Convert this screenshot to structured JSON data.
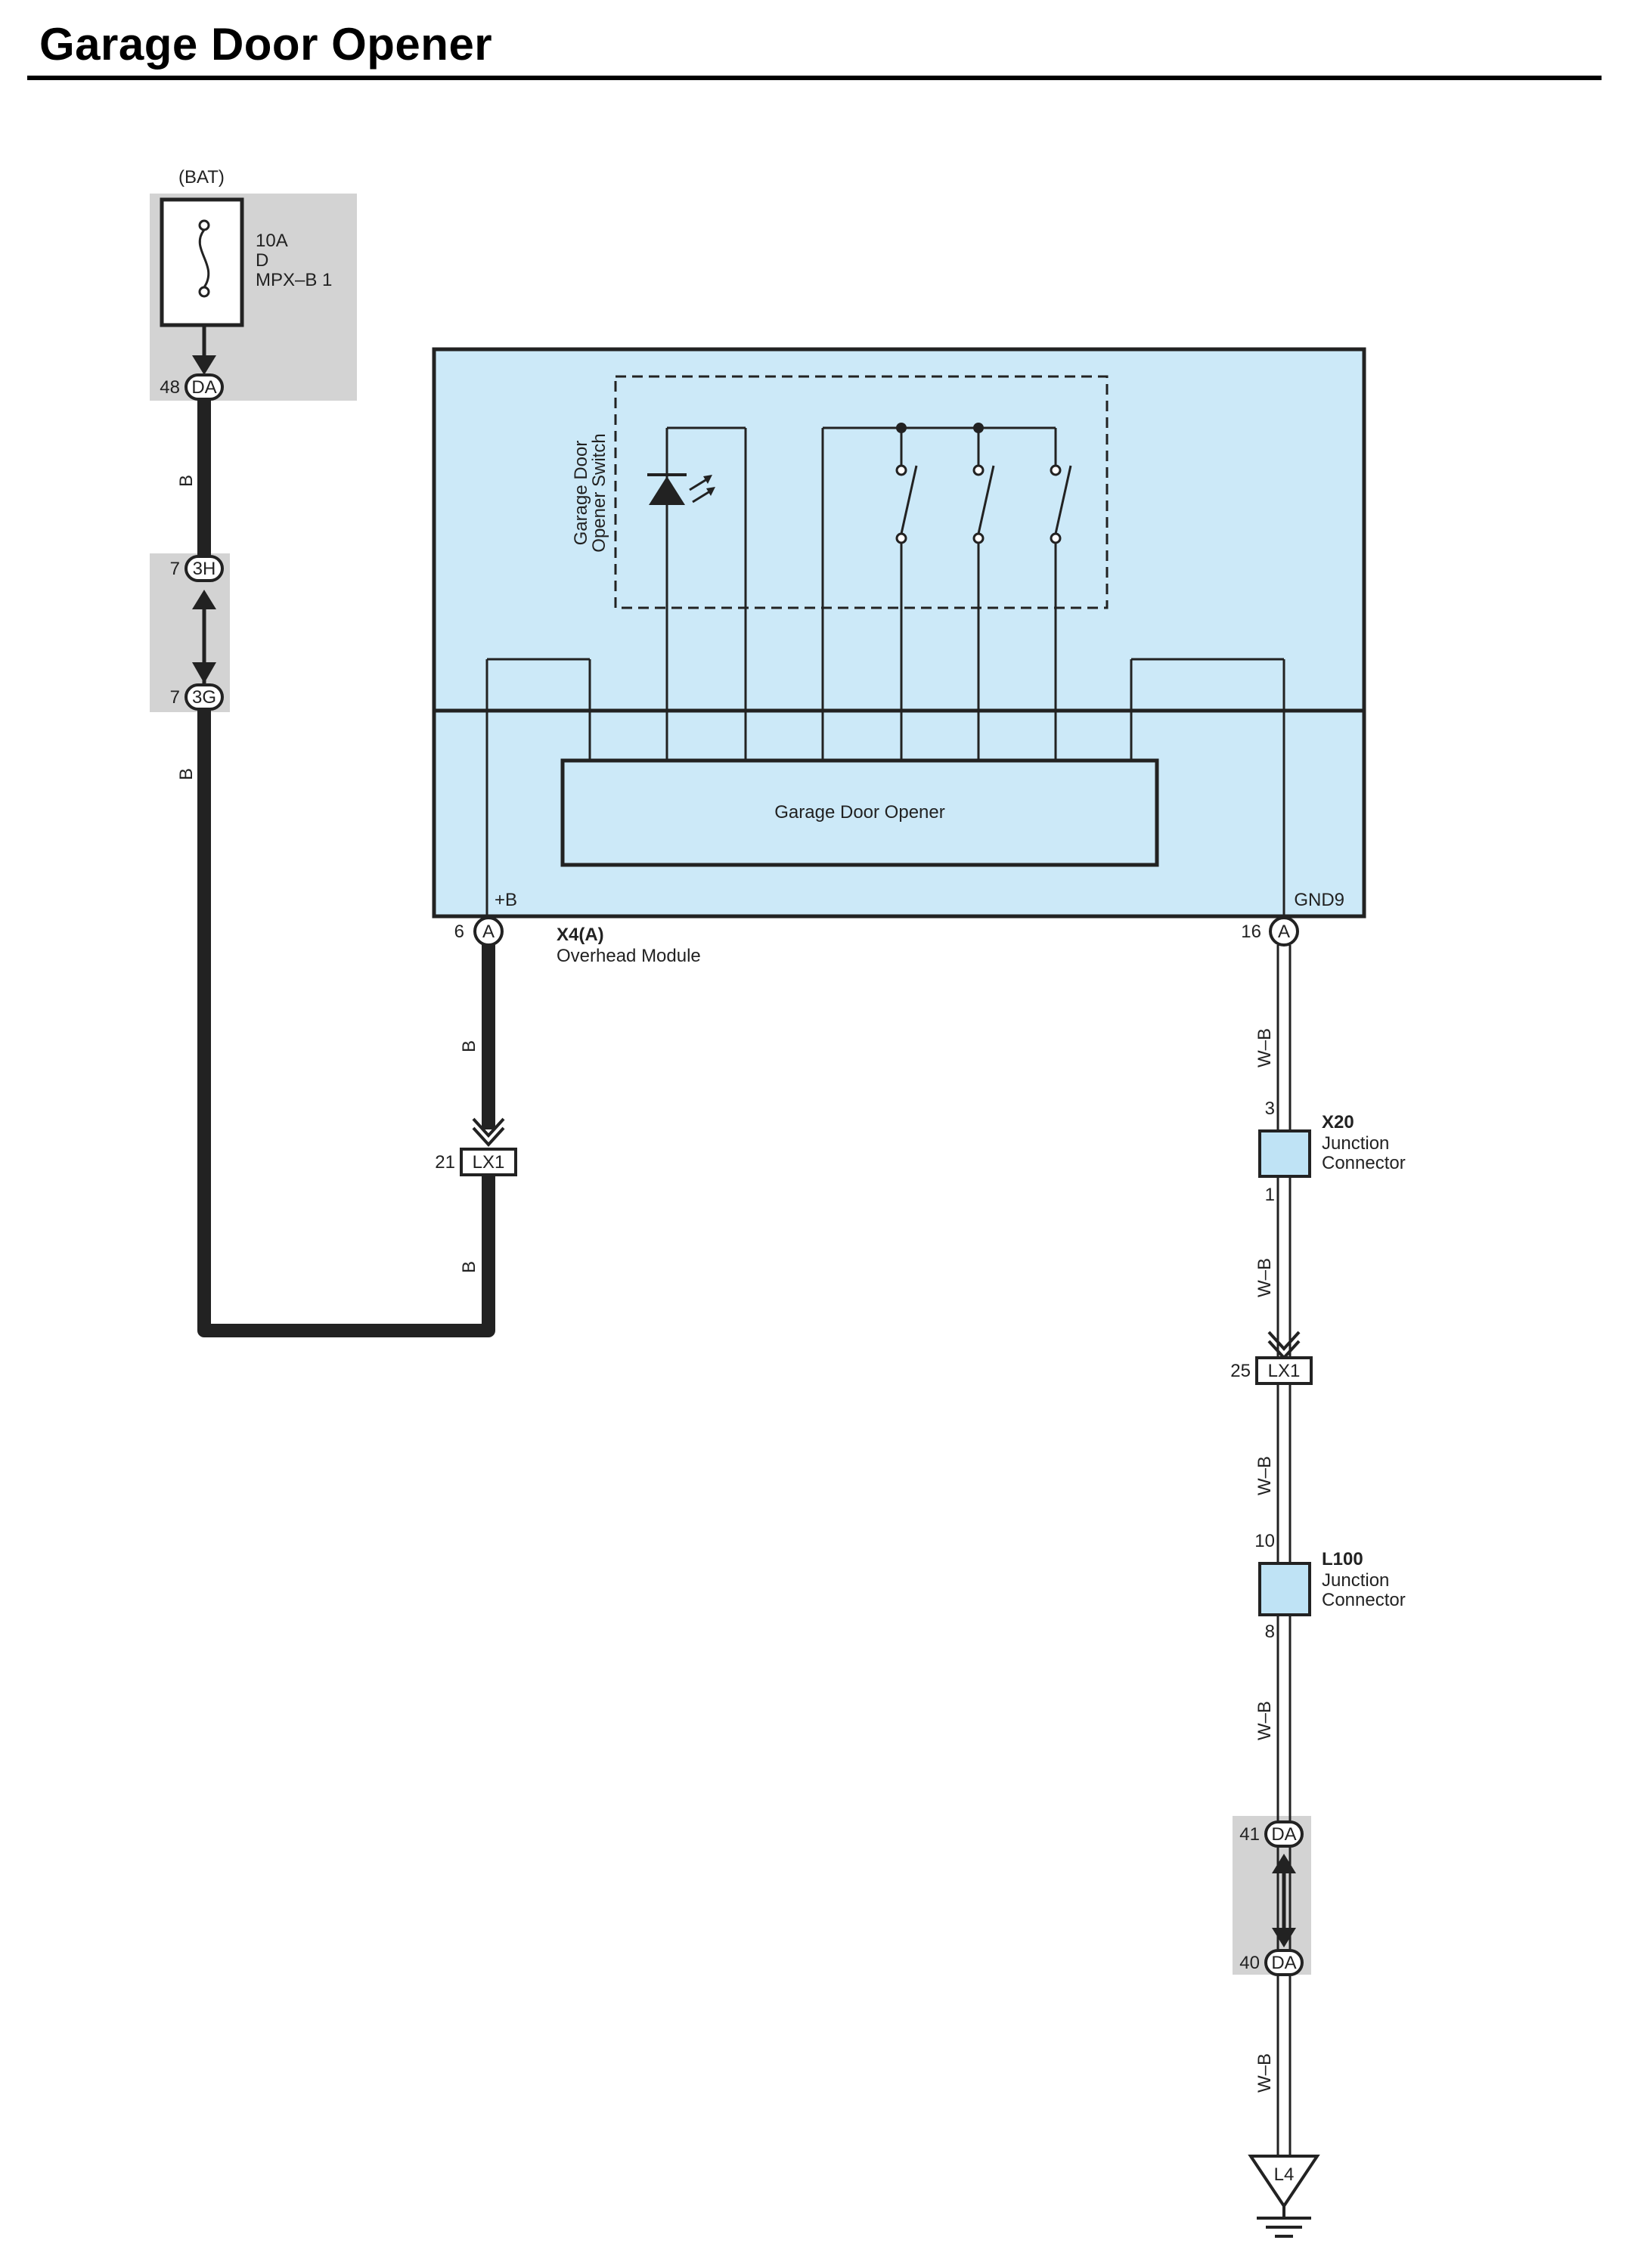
{
  "title": "Garage Door Opener",
  "colors": {
    "module_fill": "#cce9f8",
    "splice_fill": "#d3d3d3",
    "wire": "#222222",
    "junction_fill": "#bfe3f5"
  },
  "power": {
    "source": "(BAT)",
    "fuse_amp": "10A",
    "fuse_d": "D",
    "fuse_name": "MPX–B 1"
  },
  "wire_colors": {
    "b": "B",
    "wb": "W–B"
  },
  "connectors": {
    "da48": {
      "pin": "48",
      "code": "DA"
    },
    "h3": {
      "pin": "7",
      "code": "3H"
    },
    "g3": {
      "pin": "7",
      "code": "3G"
    },
    "x4a_pin6": {
      "pin": "6",
      "code": "A"
    },
    "x4a_pin16": {
      "pin": "16",
      "code": "A"
    },
    "lx1_21": {
      "pin": "21",
      "code": "LX1"
    },
    "lx1_25": {
      "pin": "25",
      "code": "LX1"
    },
    "da41": {
      "pin": "41",
      "code": "DA"
    },
    "da40": {
      "pin": "40",
      "code": "DA"
    }
  },
  "module": {
    "id": "X4(A)",
    "name": "Overhead Module",
    "switch_label_1": "Garage Door",
    "switch_label_2": "Opener Switch",
    "inner_box": "Garage Door Opener",
    "plus_b": "+B",
    "gnd": "GND9"
  },
  "junction_x20": {
    "id": "X20",
    "line1": "Junction",
    "line2": "Connector",
    "pin_in": "3",
    "pin_out": "1"
  },
  "junction_l100": {
    "id": "L100",
    "line1": "Junction",
    "line2": "Connector",
    "pin_in": "10",
    "pin_out": "8"
  },
  "ground": {
    "id": "L4"
  }
}
